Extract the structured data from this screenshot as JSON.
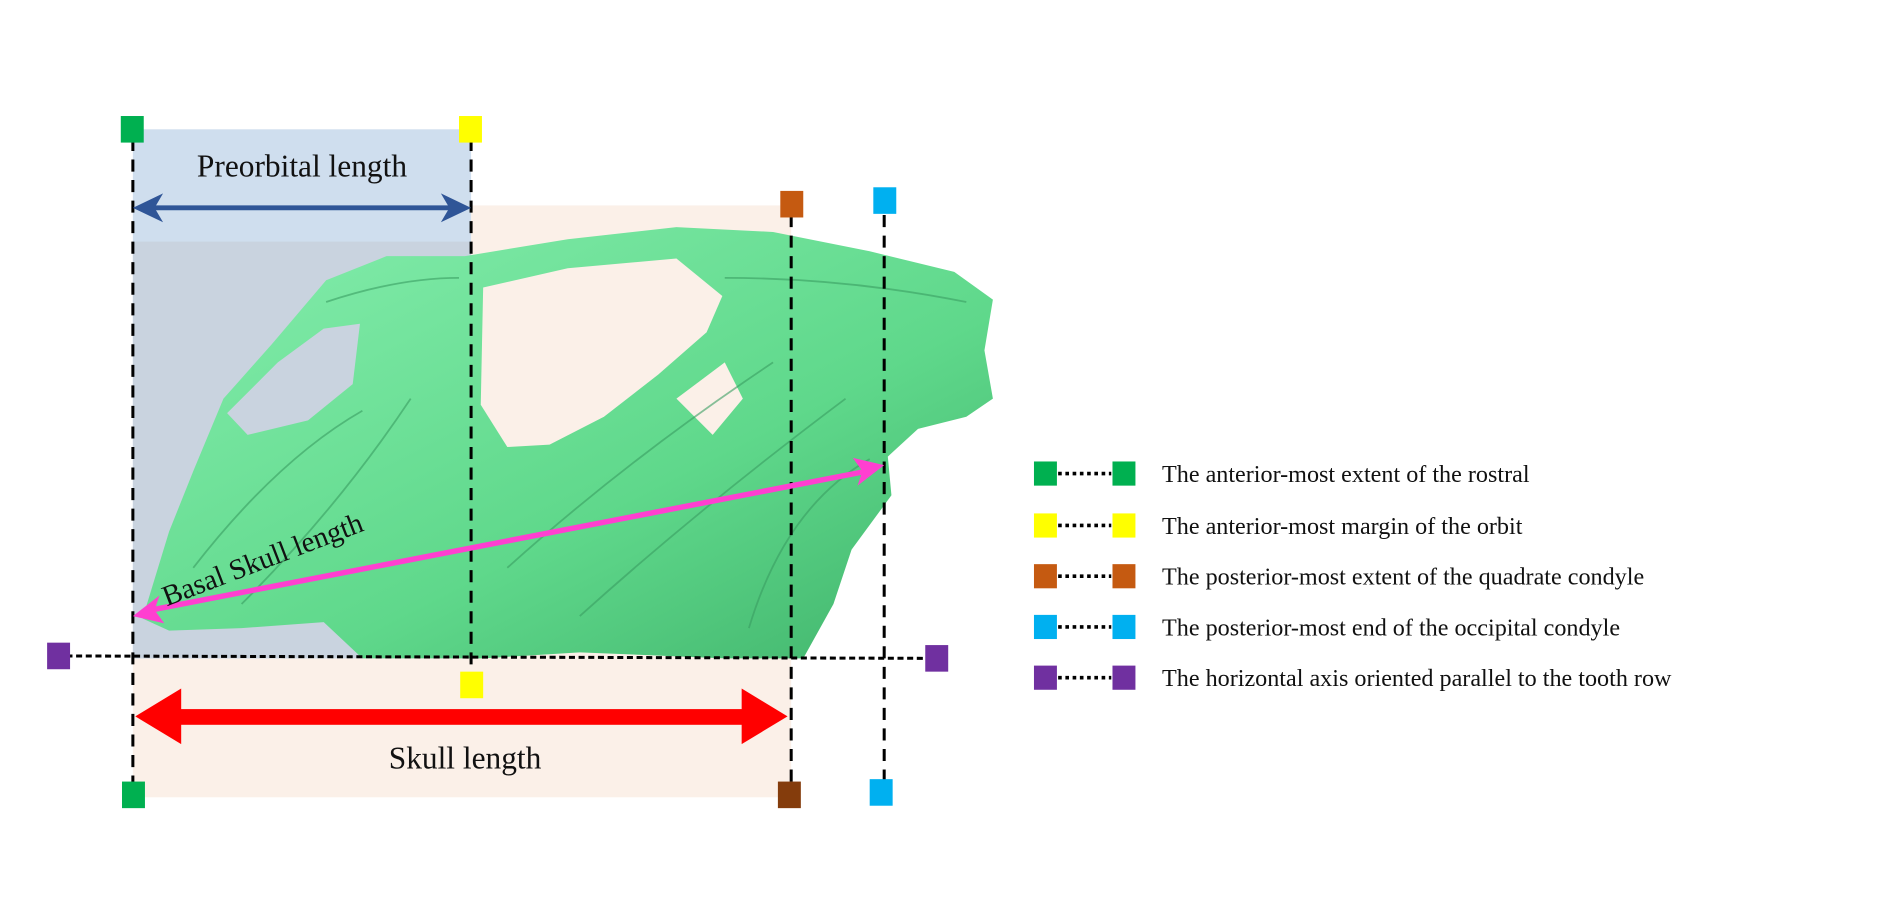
{
  "labels": {
    "preorbital": "Preorbital length",
    "basal": "Basal Skull length",
    "skull": "Skull length"
  },
  "legend": [
    {
      "color": "#00b050",
      "text": "The anterior-most extent of the rostral"
    },
    {
      "color": "#ffff00",
      "text": "The anterior-most margin of the orbit"
    },
    {
      "color": "#c55a11",
      "text": "The posterior-most extent of the quadrate condyle"
    },
    {
      "color": "#00b0f0",
      "text": "The posterior-most end of the occipital condyle"
    },
    {
      "color": "#7030a0",
      "text": "The horizontal axis oriented parallel to the tooth row"
    }
  ],
  "colors": {
    "preorbital_arrow": "#2f5597",
    "basal_arrow": "#ff3fd0",
    "skull_arrow": "#ff0000",
    "skull_fill": "#6fe39a",
    "preorbital_region": "#cfdeee",
    "skull_region": "#fbf0e8",
    "quadrate_bottom": "#843c0c"
  }
}
